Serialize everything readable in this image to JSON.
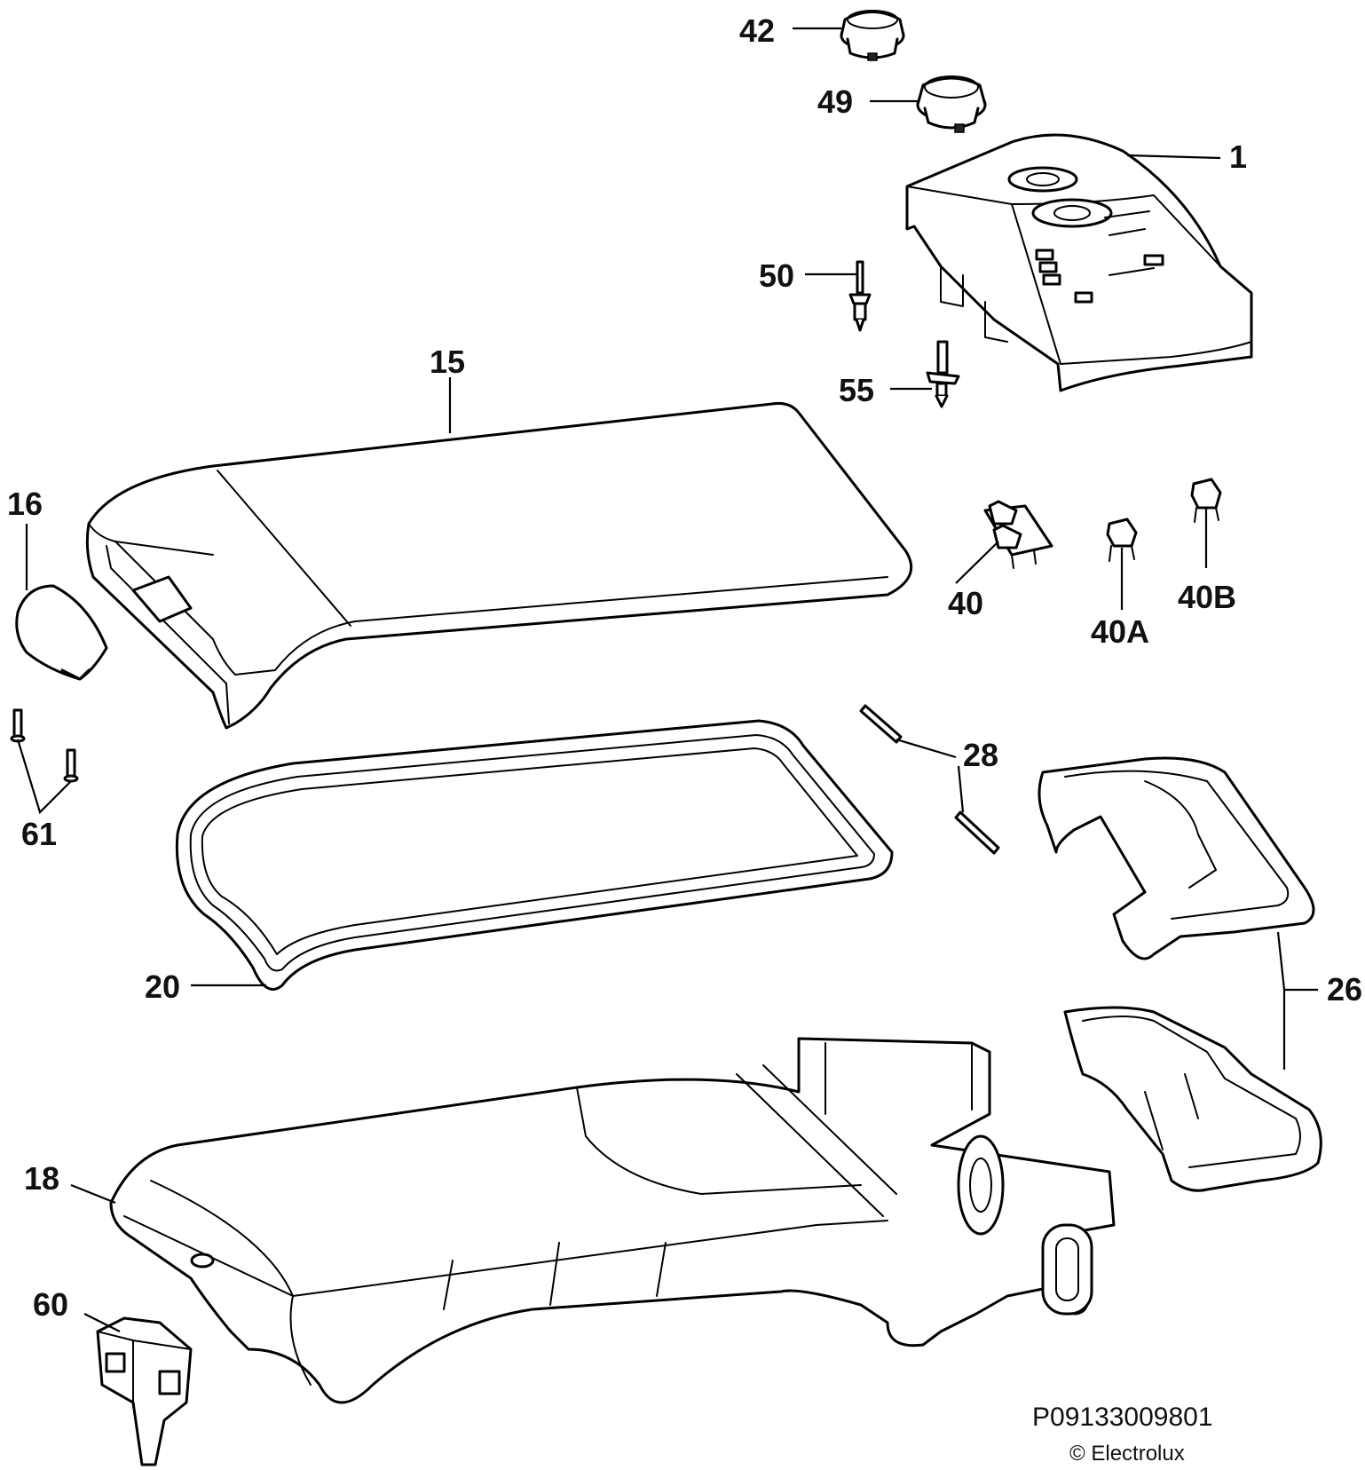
{
  "parts": [
    {
      "id": "p42",
      "label": "42"
    },
    {
      "id": "p49",
      "label": "49"
    },
    {
      "id": "p1",
      "label": "1"
    },
    {
      "id": "p50",
      "label": "50"
    },
    {
      "id": "p55",
      "label": "55"
    },
    {
      "id": "p15",
      "label": "15"
    },
    {
      "id": "p16",
      "label": "16"
    },
    {
      "id": "p40",
      "label": "40"
    },
    {
      "id": "p40a",
      "label": "40A"
    },
    {
      "id": "p40b",
      "label": "40B"
    },
    {
      "id": "p61",
      "label": "61"
    },
    {
      "id": "p28",
      "label": "28"
    },
    {
      "id": "p20",
      "label": "20"
    },
    {
      "id": "p26",
      "label": "26"
    },
    {
      "id": "p18",
      "label": "18"
    },
    {
      "id": "p60",
      "label": "60"
    }
  ],
  "diagram_code": "P09133009801",
  "copyright": "© Electrolux"
}
